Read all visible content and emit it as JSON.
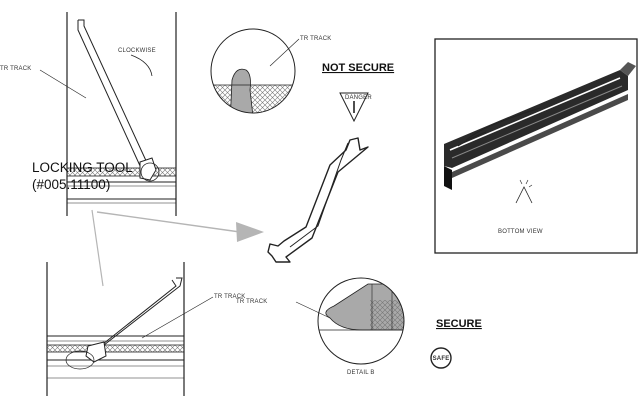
{
  "labels": {
    "tool_title": "LOCKING TOOL",
    "tool_part": "(#005.11100)",
    "not_secure": "NOT SECURE",
    "secure": "SECURE",
    "clockwise": "CLOCKWISE",
    "tr_track_top": "TR TRACK",
    "tr_track_circle_top": "TR TRACK",
    "tr_track_bottom": "TR TRACK",
    "tr_track_circle_bottom": "TR TRACK",
    "bottom_view": "BOTTOM VIEW",
    "detail": "DETAIL B",
    "warning_sign": "DANGER",
    "safe_badge": "SAFE"
  },
  "colors": {
    "line": "#222222",
    "gray_fill": "#a9a9a9",
    "arrow_gray": "#b5b5b5"
  }
}
